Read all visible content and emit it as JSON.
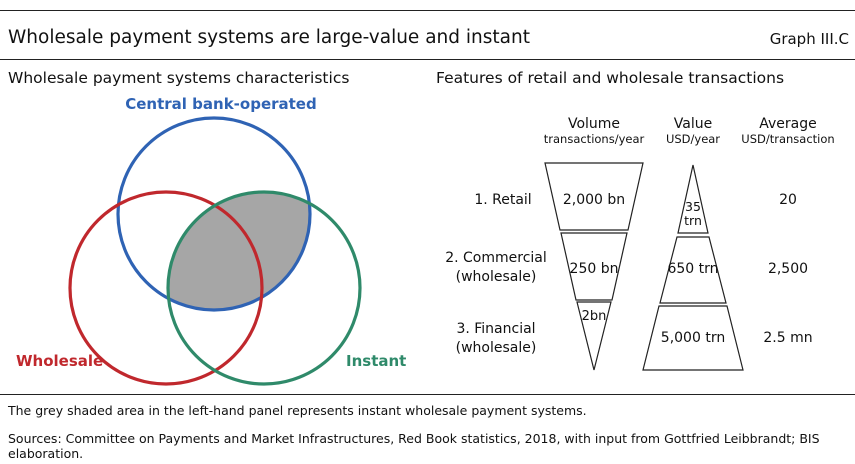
{
  "header": {
    "title": "Wholesale payment systems are large-value and instant",
    "graph_id": "Graph III.C"
  },
  "left_panel": {
    "title": "Wholesale payment systems characteristics",
    "venn": {
      "central_bank": {
        "label": "Central bank-operated",
        "color": "#2f63b4"
      },
      "wholesale": {
        "label": "Wholesale",
        "color": "#c0282d"
      },
      "instant": {
        "label": "Instant",
        "color": "#2f8a6a"
      },
      "overlap_shade": "#a6a6a6"
    }
  },
  "right_panel": {
    "title": "Features of retail and wholesale transactions",
    "columns": {
      "volume": {
        "title": "Volume",
        "unit": "transactions/year"
      },
      "value": {
        "title": "Value",
        "unit": "USD/year"
      },
      "average": {
        "title": "Average",
        "unit": "USD/transaction"
      }
    },
    "rows": [
      {
        "label_1": "1. Retail",
        "label_2": "",
        "volume": "2,000 bn",
        "value_1": "35",
        "value_2": "trn",
        "average": "20"
      },
      {
        "label_1": "2. Commercial",
        "label_2": "(wholesale)",
        "volume": "250 bn",
        "value_1": "650 trn",
        "value_2": "",
        "average": "2,500"
      },
      {
        "label_1": "3. Financial",
        "label_2": "(wholesale)",
        "volume": "2bn",
        "value_1": "5,000 trn",
        "value_2": "",
        "average": "2.5 mn"
      }
    ]
  },
  "footer": {
    "note": "The grey shaded area in the left-hand panel represents instant wholesale payment systems.",
    "sources": "Sources: Committee on Payments and Market Infrastructures, Red Book statistics, 2018, with input from Gottfried Leibbrandt; BIS elaboration."
  }
}
